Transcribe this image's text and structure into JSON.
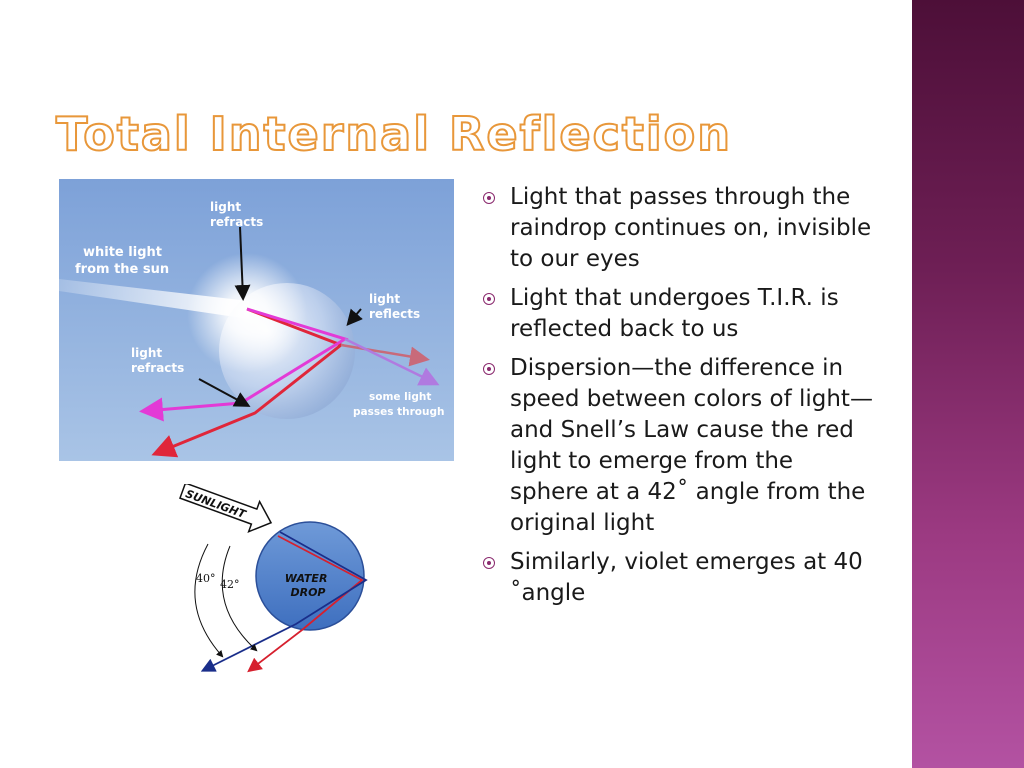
{
  "slide": {
    "title": "Total Internal Reflection",
    "accent_color": "#e8973a",
    "sidebar_color": "#7a2663"
  },
  "figure1": {
    "labels": {
      "white_light": [
        "white light",
        "from the sun"
      ],
      "refracts_top": [
        "light",
        "refracts"
      ],
      "refracts_left": [
        "light",
        "refracts"
      ],
      "reflects": [
        "light",
        "reflects"
      ],
      "passes": [
        "some light",
        "passes through"
      ]
    }
  },
  "figure2": {
    "sunlight": "SUNLIGHT",
    "drop": [
      "WATER",
      "DROP"
    ],
    "angle_violet": "40°",
    "angle_red": "42°"
  },
  "bullets": [
    "Light that passes through the raindrop continues on, invisible to our eyes",
    "Light that undergoes T.I.R. is reflected back to us",
    "Dispersion—the difference in speed between colors of light—and Snell’s Law cause the red light to emerge from the sphere at a 42˚ angle from the original light",
    "Similarly, violet emerges at 40 ˚angle"
  ]
}
